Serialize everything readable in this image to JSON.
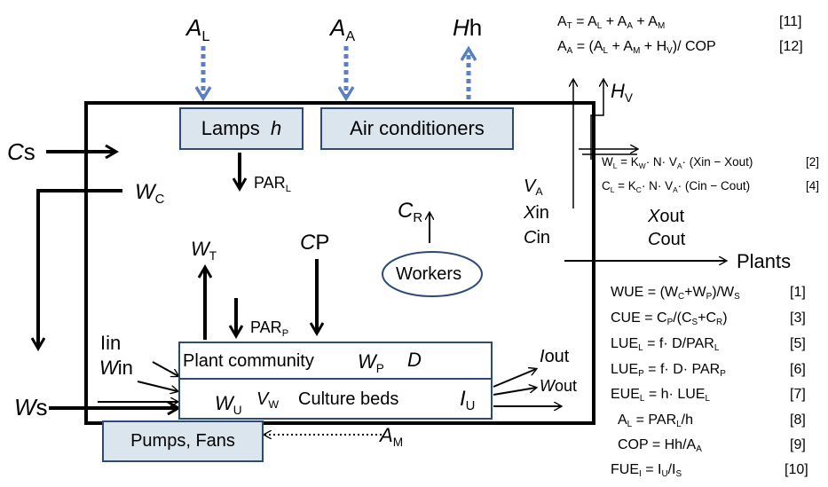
{
  "lamps_box": {
    "text": "Lamps",
    "var": "h"
  },
  "aircon_box": {
    "text": "Air conditioners"
  },
  "plant_box": {
    "text": "Plant community"
  },
  "culture_box": {
    "text": "Culture beds"
  },
  "pumps_box": {
    "text": "Pumps, Fans"
  },
  "workers": {
    "text": "Workers"
  },
  "plants_out": {
    "text": "Plants"
  },
  "labels": {
    "AL": {
      "main": "A",
      "sub": "L"
    },
    "AA": {
      "main": "A",
      "sub": "A"
    },
    "Hh": {
      "main": "H",
      "rest": "h"
    },
    "HV": {
      "main": "H",
      "sub": "V"
    },
    "Cs": {
      "main": "C",
      "rest": "s"
    },
    "WC": {
      "main": "W",
      "sub": "C"
    },
    "PARL": {
      "main": "PAR",
      "sub": "L"
    },
    "CR": {
      "main": "C",
      "sub": "R"
    },
    "VA": {
      "main": "V",
      "sub": "A"
    },
    "Xin": {
      "main": "X",
      "rest": "in"
    },
    "Cin": {
      "main": "C",
      "rest": "in"
    },
    "Xout": {
      "main": "X",
      "rest": "out"
    },
    "Cout": {
      "main": "C",
      "rest": "out"
    },
    "WT": {
      "main": "W",
      "sub": "T"
    },
    "CP": {
      "main": "C",
      "rest": "P"
    },
    "PARP": {
      "main": "PAR",
      "sub": "P"
    },
    "Iin": {
      "main": "I",
      "rest": "in"
    },
    "Win": {
      "main": "W",
      "rest": "in"
    },
    "WP": {
      "main": "W",
      "sub": "P"
    },
    "D": {
      "main": "D"
    },
    "Iout": {
      "main": "I",
      "rest": "out"
    },
    "Wout": {
      "main": "W",
      "rest": "out"
    },
    "Ws": {
      "main": "W",
      "rest": "s"
    },
    "WU": {
      "main": "W",
      "sub": "U"
    },
    "VW": {
      "main": "V",
      "sub": "W"
    },
    "IU": {
      "main": "I",
      "sub": "U"
    },
    "AM": {
      "main": "A",
      "sub": "M"
    }
  },
  "equations": [
    {
      "text": "A_T = A_L + A_A + A_M",
      "num": "[11]"
    },
    {
      "text": "A_A = (A_L + A_M + H_V)/ COP",
      "num": "[12]"
    },
    {
      "text": "W_L = K_W· N· V_A· (Xin − Xout)",
      "num": "[2]"
    },
    {
      "text": "C_L = K_C· N· V_A· (Cin − Cout)",
      "num": "[4]"
    },
    {
      "text": "WUE = (W_C+W_P)/W_S",
      "num": "[1]"
    },
    {
      "text": "CUE = C_P/(C_S+C_R)",
      "num": "[3]"
    },
    {
      "text": "LUE_L = f· D/PAR_L",
      "num": "[5]"
    },
    {
      "text": "LUE_P = f· D· PAR_P",
      "num": "[6]"
    },
    {
      "text": "EUE_L = h· LUE_L",
      "num": "[7]"
    },
    {
      "text": "A_L = PAR_L/h",
      "num": "[8]"
    },
    {
      "text": "COP = Hh/A_A",
      "num": "[9]"
    },
    {
      "text": "FUE_I = I_U/I_S",
      "num": "[10]"
    }
  ],
  "colors": {
    "box_fill": "#dbe5ee",
    "box_border": "#2e4a7a",
    "dashed_arrow": "#5b7fc4",
    "line": "#000000"
  }
}
